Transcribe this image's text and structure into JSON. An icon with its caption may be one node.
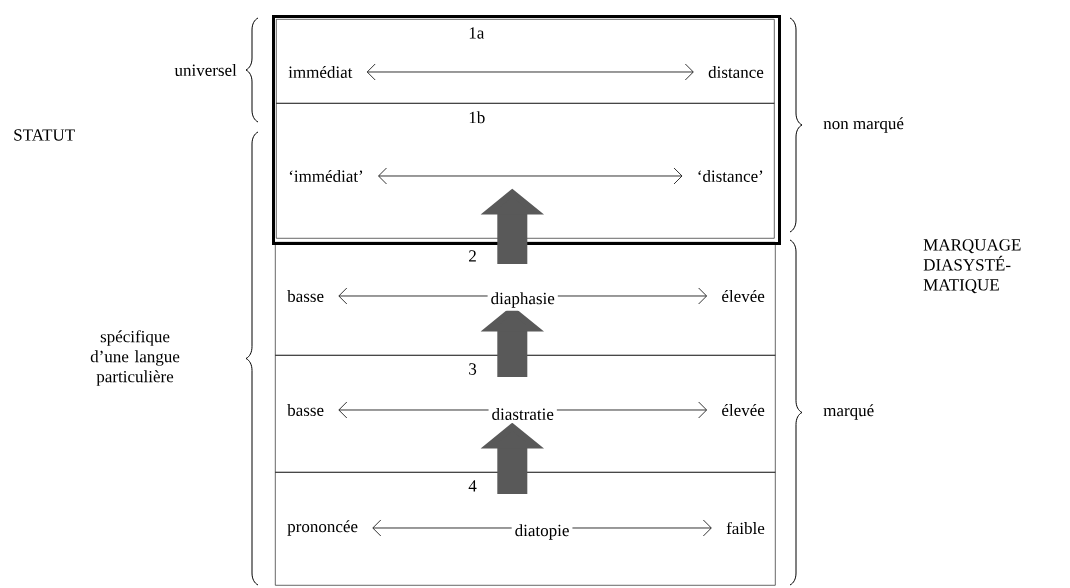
{
  "diagram": {
    "nodes": [
      {
        "text": [],
        "shape": "box"
      },
      {
        "text": [
          "1a"
        ],
        "in": 0
      },
      {
        "text": [
          "immédiat"
        ],
        "in": 1
      },
      {
        "text": [
          "distance"
        ],
        "in": 1
      },
      {
        "text": [
          "1b"
        ],
        "in": 0
      },
      {
        "text": [
          "‘immédiat’"
        ],
        "in": 4
      },
      {
        "text": [
          "‘distance’"
        ],
        "in": 4
      },
      {
        "text": [
          "2"
        ]
      },
      {
        "text": [
          "basse"
        ],
        "in": 7
      },
      {
        "text": [
          "élevée"
        ],
        "in": 7
      },
      {
        "text": [
          "3"
        ]
      },
      {
        "text": [
          "basse"
        ],
        "in": 10
      },
      {
        "text": [
          "élevée"
        ],
        "in": 10
      },
      {
        "text": [
          "4"
        ]
      },
      {
        "text": [
          "prononcée"
        ],
        "in": 13
      },
      {
        "text": [
          "faible"
        ],
        "in": 13
      }
    ],
    "edges": [
      {
        "from": 2,
        "to": 3,
        "arrow": "both"
      },
      {
        "from": 5,
        "to": 6,
        "arrow": "both"
      },
      {
        "from": 8,
        "to": 9,
        "arrow": "both",
        "label": "diaphasie"
      },
      {
        "from": 11,
        "to": 12,
        "arrow": "both",
        "label": "diastratie"
      },
      {
        "from": 14,
        "to": 15,
        "arrow": "both",
        "label": "diatopie"
      },
      {
        "from": 13,
        "to": 10,
        "arrow": "to",
        "style": "thick",
        "color": "#595959"
      },
      {
        "from": 10,
        "to": 7,
        "arrow": "to",
        "style": "thick",
        "color": "#595959"
      },
      {
        "from": 7,
        "to": 4,
        "arrow": "to",
        "style": "thick",
        "color": "#595959"
      }
    ],
    "labels": [
      "universel",
      "STATUT",
      "non marqué",
      "MARQUAGE DIASYSTÉ- MATIQUE",
      "spécifique d’une langue particulière",
      "marqué"
    ]
  }
}
